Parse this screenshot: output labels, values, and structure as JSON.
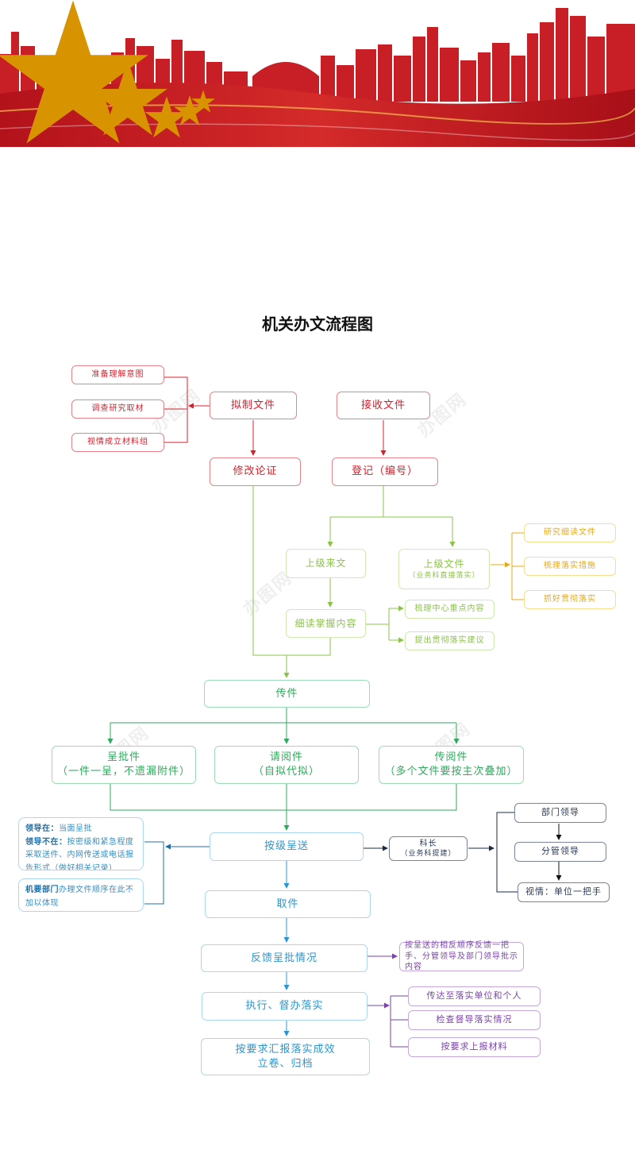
{
  "title": "机关办文流程图",
  "top": {
    "prep": [
      "准备理解意图",
      "调查研究取材",
      "视情成立材料组"
    ],
    "draft": "拟制文件",
    "receive": "接收文件",
    "revise": "修改论证",
    "register": "登记（编号）"
  },
  "mid": {
    "upper_incoming": "上级来文",
    "upper_docs": "上级文件",
    "upper_docs_sub": "（业务科直接落实）",
    "read": "细读掌握内容",
    "read_outputs": [
      "梳理中心重点内容",
      "提出贯彻落实建议"
    ],
    "upper_outputs": [
      "研究细读文件",
      "梳理落实措施",
      "抓好贯彻落实"
    ]
  },
  "dispatch": {
    "pass": "传件",
    "submit": "呈批件",
    "submit_sub": "（一件一呈，不遗漏附件）",
    "review": "请阅件",
    "review_sub": "（自拟代拟）",
    "circulate": "传阅件",
    "circulate_sub": "（多个文件要按主次叠加）"
  },
  "leader_note": {
    "present_label": "领导在：",
    "present_text": "当面呈批",
    "absent_label": "领导不在：",
    "absent_text": "按密级和紧急程度采取送件、内网传送或电话报告形式（做好相关记录）"
  },
  "org_note": {
    "label": "机要部门",
    "text": "办理文件顺序在此不加以体现"
  },
  "flow": {
    "step_submit": "按级呈送",
    "chief": "科长",
    "chief_sub": "（业务科提建）",
    "dept_leader": "部门领导",
    "supervisor": "分管领导",
    "top_leader": "视情：单位一把手",
    "fetch": "取件",
    "feedback": "反馈呈批情况",
    "feedback_note": "按呈送的相反顺序反馈一把手、分管领导及部门领导批示内容",
    "execute": "执行、督办落实",
    "exec_outputs": [
      "传达至落实单位和个人",
      "检查督导落实情况",
      "按要求上报材料"
    ],
    "report": "按要求汇报落实成效",
    "archive": "立卷、归档"
  },
  "watermark": "办图网",
  "colors": {
    "red": "#d5202c",
    "light_green": "#8bc34a",
    "yellow": "#e7a817",
    "green": "#2eaa5c",
    "blue": "#2a97d0",
    "purple": "#7a44a8",
    "navy": "#2b3a58"
  }
}
